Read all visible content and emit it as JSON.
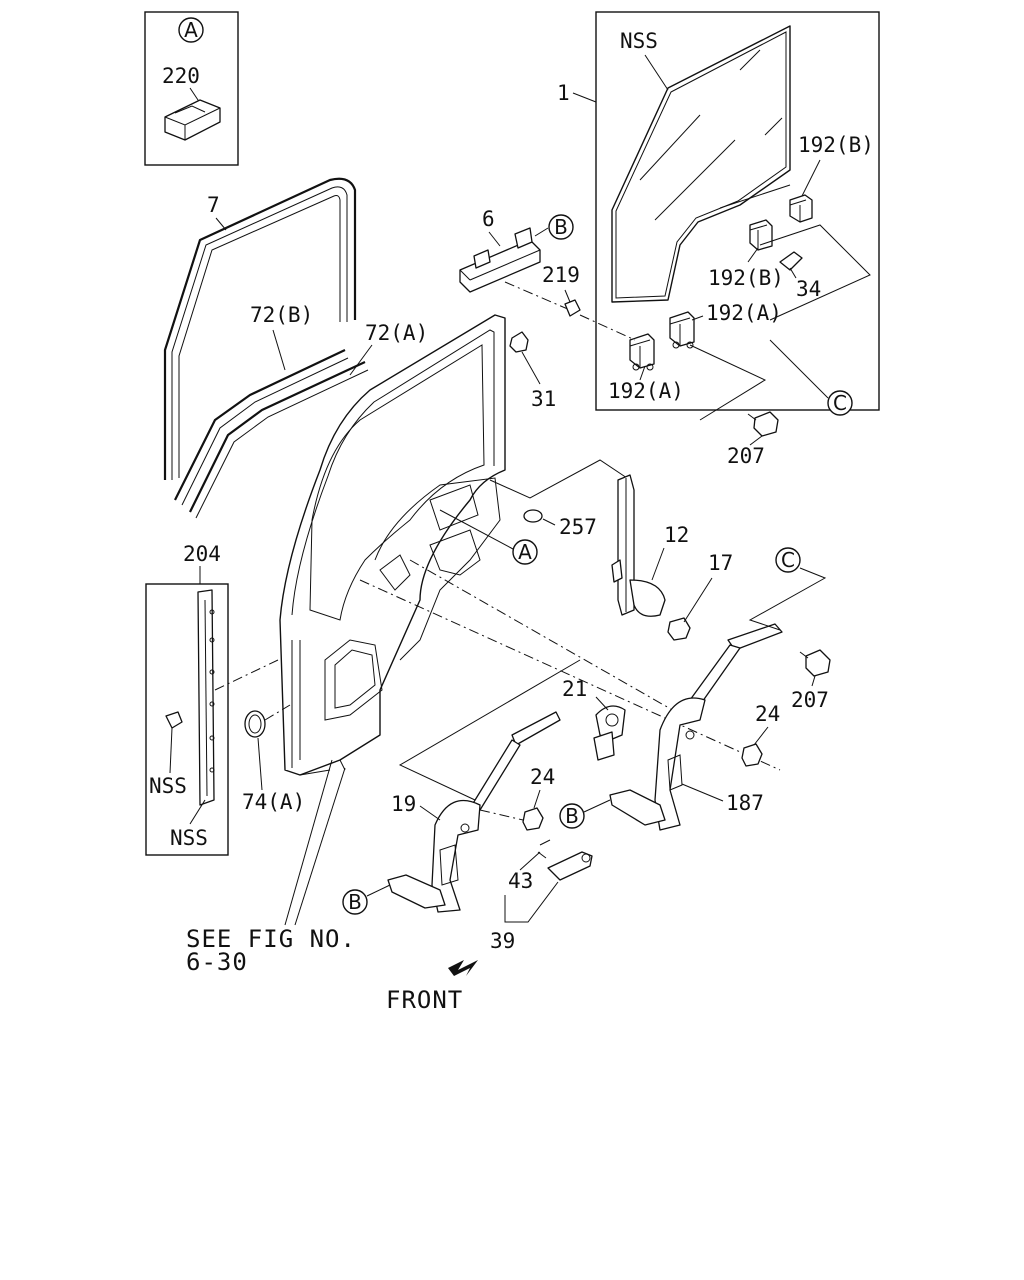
{
  "labels": {
    "l220": "220",
    "l1": "1",
    "nss_glass": "NSS",
    "l192b_1": "192(B)",
    "l192b_2": "192(B)",
    "l34": "34",
    "l192a_1": "192(A)",
    "l192a_2": "192(A)",
    "l207_1": "207",
    "l207_2": "207",
    "l7": "7",
    "l6": "6",
    "l219": "219",
    "l72b": "72(B)",
    "l72a": "72(A)",
    "l31": "31",
    "l257": "257",
    "l12": "12",
    "l17": "17",
    "l204": "204",
    "nss_1": "NSS",
    "nss_2": "NSS",
    "l74a": "74(A)",
    "l21": "21",
    "l24_1": "24",
    "l24_2": "24",
    "l19": "19",
    "l187": "187",
    "l43": "43",
    "l39": "39",
    "see_fig_line1": "SEE FIG NO.",
    "see_fig_line2": "6-30",
    "front": "FRONT"
  },
  "callouts": {
    "a_box": "A",
    "a_door": "A",
    "b_6": "B",
    "b_187": "B",
    "b_19": "B",
    "c_glass": "C",
    "c_regulator": "C"
  }
}
